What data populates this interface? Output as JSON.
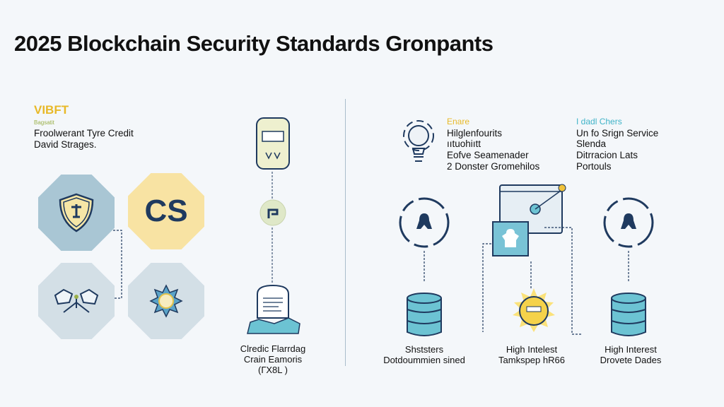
{
  "title": "2025 Blockchain Security Standards Gronpants",
  "left_block": {
    "heading": "VIBFT",
    "subheading": "Bagsatit",
    "lines": [
      "Froolwerant Tyre Credit",
      "David Strages."
    ]
  },
  "octagons": {
    "cs_label": "CS"
  },
  "middle_column": {
    "caption": [
      "Clredic Flarrdag",
      "Crain Eamoris",
      "(ГΧ8L )"
    ]
  },
  "right_top": {
    "col1": {
      "heading": "Enare",
      "lines": [
        "Hilglenfourits",
        "ııtuohiıtt",
        "Eofve Seamenader",
        "2 Donster Gromehilos"
      ]
    },
    "col2": {
      "heading": "I dadl Chers",
      "lines": [
        "Un fo Srign Service",
        "Slenda",
        "Ditrracion Lats",
        "Portouls"
      ]
    }
  },
  "right_bottom": {
    "labels": [
      [
        "Shststers",
        "Dotdoummien sined"
      ],
      [
        "High Intelest",
        "Tamkspep hR66"
      ],
      [
        "High Interest",
        "Drovete Dades"
      ]
    ]
  },
  "colors": {
    "navy": "#1f3a5f",
    "teal": "#6cc3d3",
    "yellow": "#f0c23a",
    "octagon_blue": "#a9c6d4",
    "octagon_yellow": "#f8e3a3",
    "octagon_grey": "#d3dfe6"
  }
}
